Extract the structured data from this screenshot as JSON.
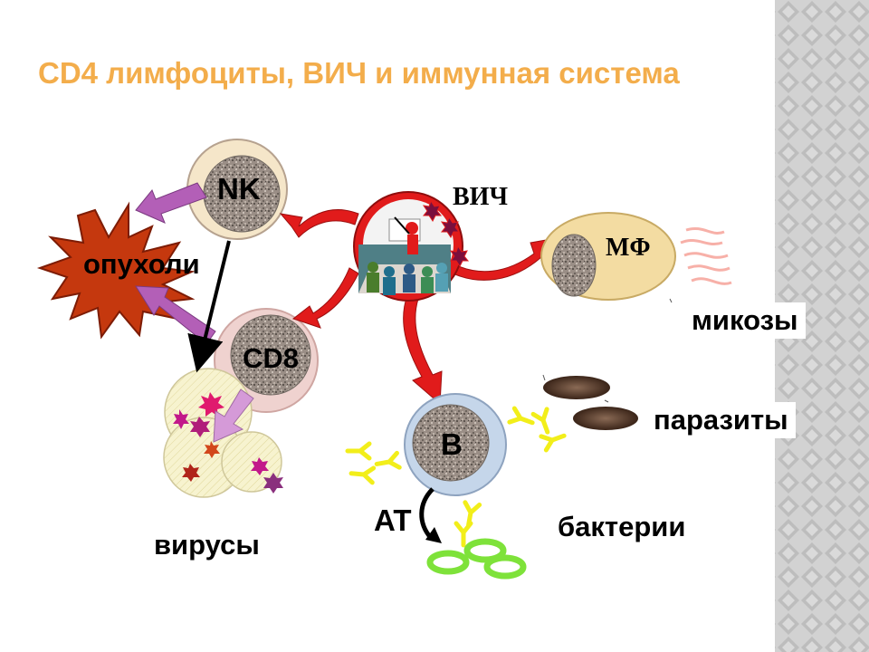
{
  "slide": {
    "title": "CD4 лимфоциты, ВИЧ и иммунная система"
  },
  "labels": {
    "nk": "NK",
    "cd8": "CD8",
    "tumors": "опухоли",
    "hiv": "ВИЧ",
    "macrophage": "MΦ",
    "mycoses": "микозы",
    "b_cell": "B",
    "parasites": "паразиты",
    "antibodies": "AT",
    "bacteria": "бактерии",
    "viruses": "вирусы"
  },
  "colors": {
    "title": "#f3ad4b",
    "arrow_red": "#e11b1b",
    "arrow_violet": "#b35fb7",
    "tumor": "#c5380e",
    "antibody_yellow": "#f2ee1a",
    "bacteria_green": "#7ee23a",
    "side_pattern": "#c9c9c9"
  }
}
